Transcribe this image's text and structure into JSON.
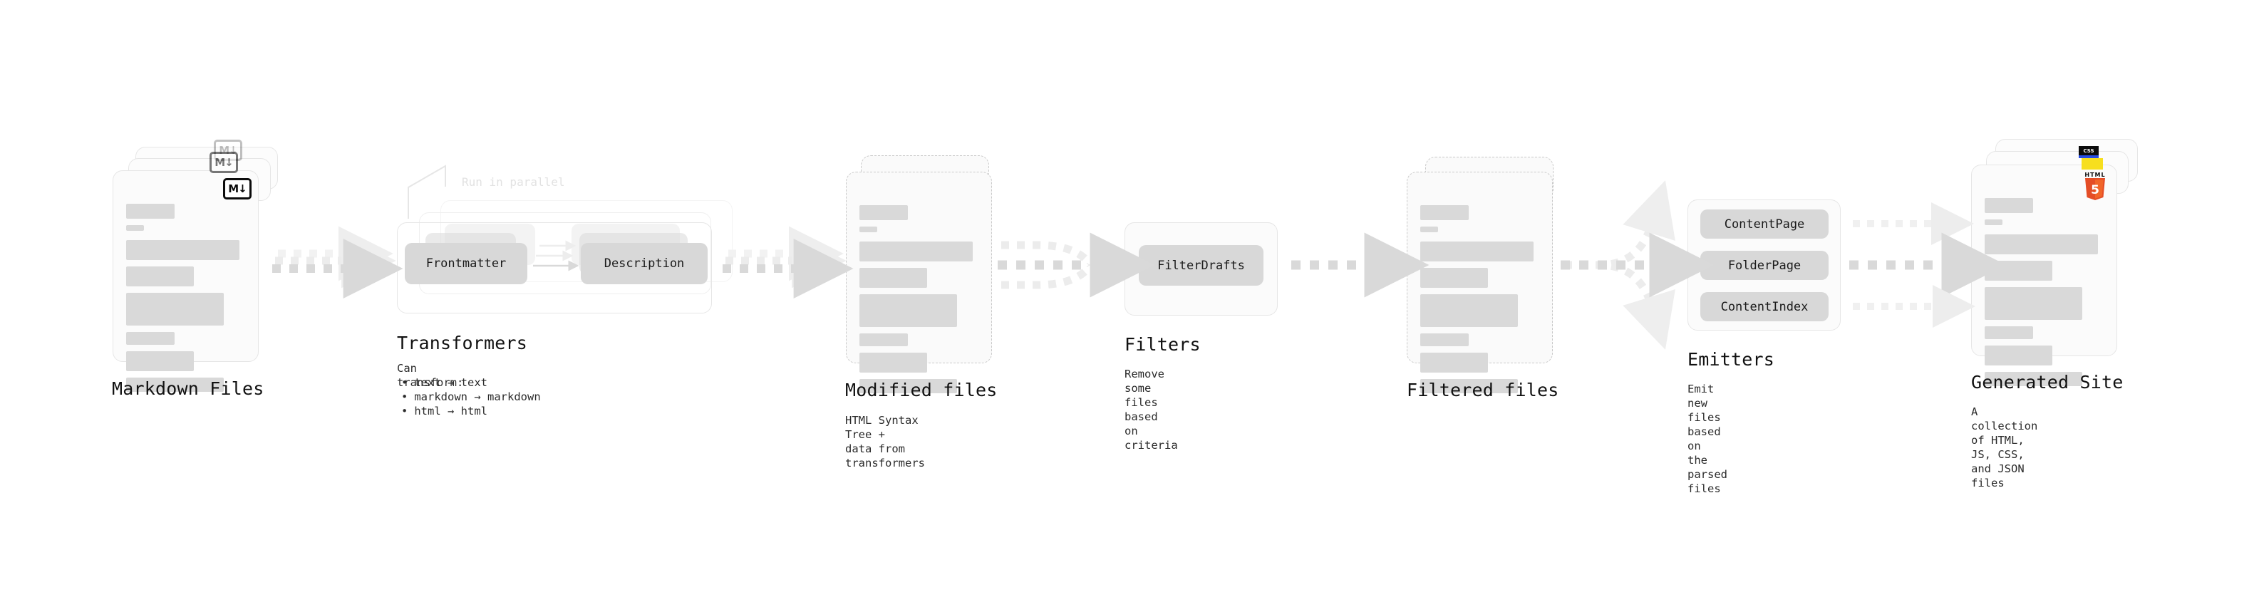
{
  "diagram": {
    "type": "pipeline-flow",
    "background": "#ffffff",
    "accent_gray": "#d9d9d9",
    "stages": [
      {
        "id": "markdown-files",
        "title": "Markdown Files",
        "description": "",
        "kind": "document-stack",
        "badge": "markdown-badge",
        "badge_text": "M",
        "stack_count": 3,
        "border": "solid"
      },
      {
        "id": "transformers",
        "title": "Transformers",
        "description": "Can transform:",
        "kind": "process-group",
        "annotation": "Run in parallel",
        "stack_count": 3,
        "items": [
          "Frontmatter",
          "Description"
        ],
        "bullets": [
          "text → text",
          "markdown → markdown",
          "html → html"
        ]
      },
      {
        "id": "modified-files",
        "title": "Modified files",
        "description": "HTML Syntax Tree +\ndata from transformers",
        "kind": "document-stack",
        "stack_count": 2,
        "border": "dashed"
      },
      {
        "id": "filters",
        "title": "Filters",
        "description": "Remove some files based\non criteria",
        "kind": "process-group",
        "items": [
          "FilterDrafts"
        ]
      },
      {
        "id": "filtered-files",
        "title": "Filtered files",
        "description": "",
        "kind": "document-stack",
        "stack_count": 2,
        "border": "dashed"
      },
      {
        "id": "emitters",
        "title": "Emitters",
        "description": "Emit new files based on\nthe parsed files",
        "kind": "process-group",
        "items": [
          "ContentPage",
          "FolderPage",
          "ContentIndex"
        ]
      },
      {
        "id": "generated-site",
        "title": "Generated Site",
        "description": "A collection of HTML,\nJS, CSS, and JSON files",
        "kind": "document-stack",
        "stack_count": 3,
        "border": "solid",
        "badges": [
          "css-badge",
          "js-badge",
          "html5-badge"
        ],
        "badge_labels": {
          "css": "CSS",
          "html": "HTML",
          "html_number": "5"
        }
      }
    ],
    "connectors": [
      {
        "from": "markdown-files",
        "to": "transformers",
        "style": "dashed-stacked",
        "lanes": 3
      },
      {
        "from": "transformers",
        "to": "modified-files",
        "style": "dashed-stacked",
        "lanes": 3
      },
      {
        "from": "modified-files",
        "to": "filters",
        "style": "dashed-merge",
        "lanes": 3
      },
      {
        "from": "filters",
        "to": "filtered-files",
        "style": "dashed-single",
        "lanes": 1
      },
      {
        "from": "filtered-files",
        "to": "emitters",
        "style": "dashed-split",
        "lanes": 3
      },
      {
        "from": "emitters",
        "to": "generated-site",
        "style": "dashed-parallel",
        "lanes": 3
      }
    ]
  }
}
